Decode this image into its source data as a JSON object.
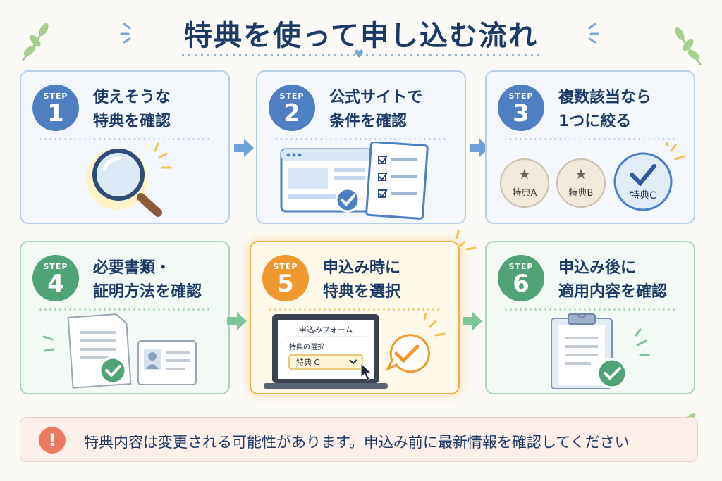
{
  "title": "特典を使って申し込む流れ",
  "step_prefix": "STEP",
  "steps": [
    {
      "number": "1",
      "line1": "使えそうな",
      "line2": "特典を確認",
      "color": "#4f7fc3"
    },
    {
      "number": "2",
      "line1": "公式サイトで",
      "line2": "条件を確認",
      "color": "#4f7fc3"
    },
    {
      "number": "3",
      "line1": "複数該当なら",
      "line2": "1つに絞る",
      "color": "#4f7fc3"
    },
    {
      "number": "4",
      "line1": "必要書類・",
      "line2": "証明方法を確認",
      "color": "#4fa377"
    },
    {
      "number": "5",
      "line1": "申込み時に",
      "line2": "特典を選択",
      "color": "#f0972e"
    },
    {
      "number": "6",
      "line1": "申込み後に",
      "line2": "適用内容を確認",
      "color": "#4fa377"
    }
  ],
  "step3_options": [
    "特典A",
    "特典B",
    "特典C"
  ],
  "step5_form": {
    "form_title": "申込みフォーム",
    "field_label": "特典の選択",
    "selected_value": "特典 C"
  },
  "notice": {
    "icon": "!",
    "text": "特典内容は変更される可能性があります。申込み前に最新情報を確認してください"
  }
}
